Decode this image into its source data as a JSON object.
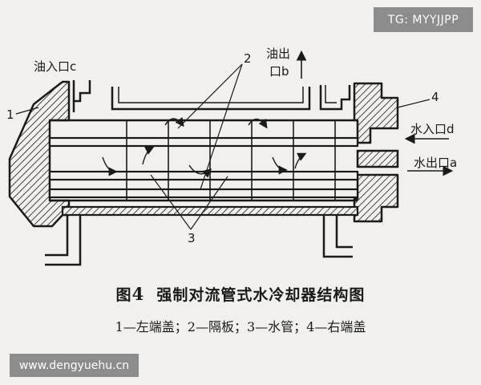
{
  "watermarks": {
    "top": "TG: MYYJJPP",
    "bottom": "www.dengyuehu.cn"
  },
  "labels": {
    "oil_inlet": "油入口c",
    "oil_outlet_line1": "油出",
    "oil_outlet_line2": "口b",
    "water_inlet": "水入口d",
    "water_outlet": "水出口a",
    "part_1": "1",
    "part_2": "2",
    "part_3": "3",
    "part_4": "4"
  },
  "caption": {
    "title_prefix": "图",
    "title_number": "4",
    "title_text": "强制对流管式水冷却器结构图",
    "legend": "1—左端盖；2—隔板；3—水管；4—右端盖"
  }
}
